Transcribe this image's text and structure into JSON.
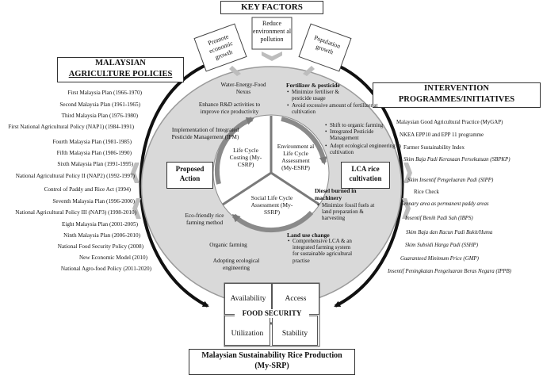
{
  "key_factors": {
    "title": "KEY FACTORS",
    "promote": "Promote economic growth",
    "reduce": "Reduce environment al pollution",
    "population": "Population growth"
  },
  "left": {
    "title_line1": "MALAYSIAN",
    "title_line2": "AGRICULTURE POLICIES",
    "items": [
      "First Malaysia Plan (1966-1970)",
      "Second Malaysia Plan (1961-1965)",
      "Third Malaysia Plan (1976-1980)",
      "First National Agricultural Policy (NAP1) (1984-1991)",
      "Fourth Malaysia Plan (1981-1985)",
      "Fifth Malaysia Plan (1986-1990)",
      "Sixth Malaysia Plan (1991-1995)",
      "National Agricultural Policy II (NAP2) (1992-1997)",
      "Control of Paddy and Rice Act (1994)",
      "Seventh Malaysia Plan (1996-2000)",
      "National Agricultural Policy III (NAP3) (1998-2010)",
      "Eight Malaysia Plan (2001-2005)",
      "Ninth Malaysia Plan (2006-2010)",
      "National Food Security Policy (2008)",
      "New Economic Model (2010)",
      "National Agro-food Policy (2011-2020)"
    ]
  },
  "right": {
    "title_line1": "INTERVENTION",
    "title_line2": "PROGRAMMES/INITIATIVES",
    "items": [
      "Malaysian Good Agricultural Practice (MyGAP)",
      "NKEA EPP10 and EPP 11 programme",
      "Farmer Sustainability Index",
      "Skim Baja Padi Kerasaan Persekutuan (SBPKP)",
      "Skim Insentif Pengeluaran Padi (SIPP)",
      "Rice Check",
      "Grenary area as permanent paddy areas",
      "Insentif Benih Padi Sah (IBPS)",
      "Skim Baja dan Racun Padi Bukit/Huma",
      "Skim Subsidi Harga Padi (SSHP)",
      "Guaranteed Minimum Price (GMP)",
      "Insentif Peningkatan Pengeluaran Beras Negara (IPPB)"
    ]
  },
  "proposed": {
    "title_line1": "Proposed",
    "title_line2": "Action",
    "items": [
      "Water-Energy-Food Nexus",
      "Enhance R&D activities to improve rice productivity",
      "Implementation of Integrated Pesticide Management (IPM)",
      "Eco-friendly rice farming method",
      "Organic farming",
      "Adopting ecological engineering"
    ]
  },
  "center": {
    "lcc": "Life Cycle Costing (My-CSRP)",
    "elca": "Environment al Life Cycle Assessment (My-ESRP)",
    "slca": "Social Life Cycle Assessment (My-SSRP)"
  },
  "lca": {
    "title_line1": "LCA rice",
    "title_line2": "cultivation",
    "fert_title": "Fertilizer & pesticide",
    "fert_items": [
      "Minimize fertiliser & pesticide usage",
      "Avoid excessive amount of fertilizer at cultivation",
      "Shift to organic farming",
      "Integrated Pesticide Management",
      "Adopt ecological engineering in cultivation"
    ],
    "diesel_title": "Diesel burned in machinery",
    "diesel_items": [
      "Minimize fossil fuels at land preparation & harvesting"
    ],
    "land_title": "Land use change",
    "land_items": [
      "Comprehensive LCA & an integrated farming system for sustainable agricultural practise"
    ]
  },
  "food_security": {
    "title": "FOOD SECURITY",
    "availability": "Availability",
    "access": "Access",
    "utilization": "Utilization",
    "stability": "Stability"
  },
  "bottom": {
    "line1": "Malaysian Sustainability Rice Production",
    "line2": "(My-SRP)"
  }
}
